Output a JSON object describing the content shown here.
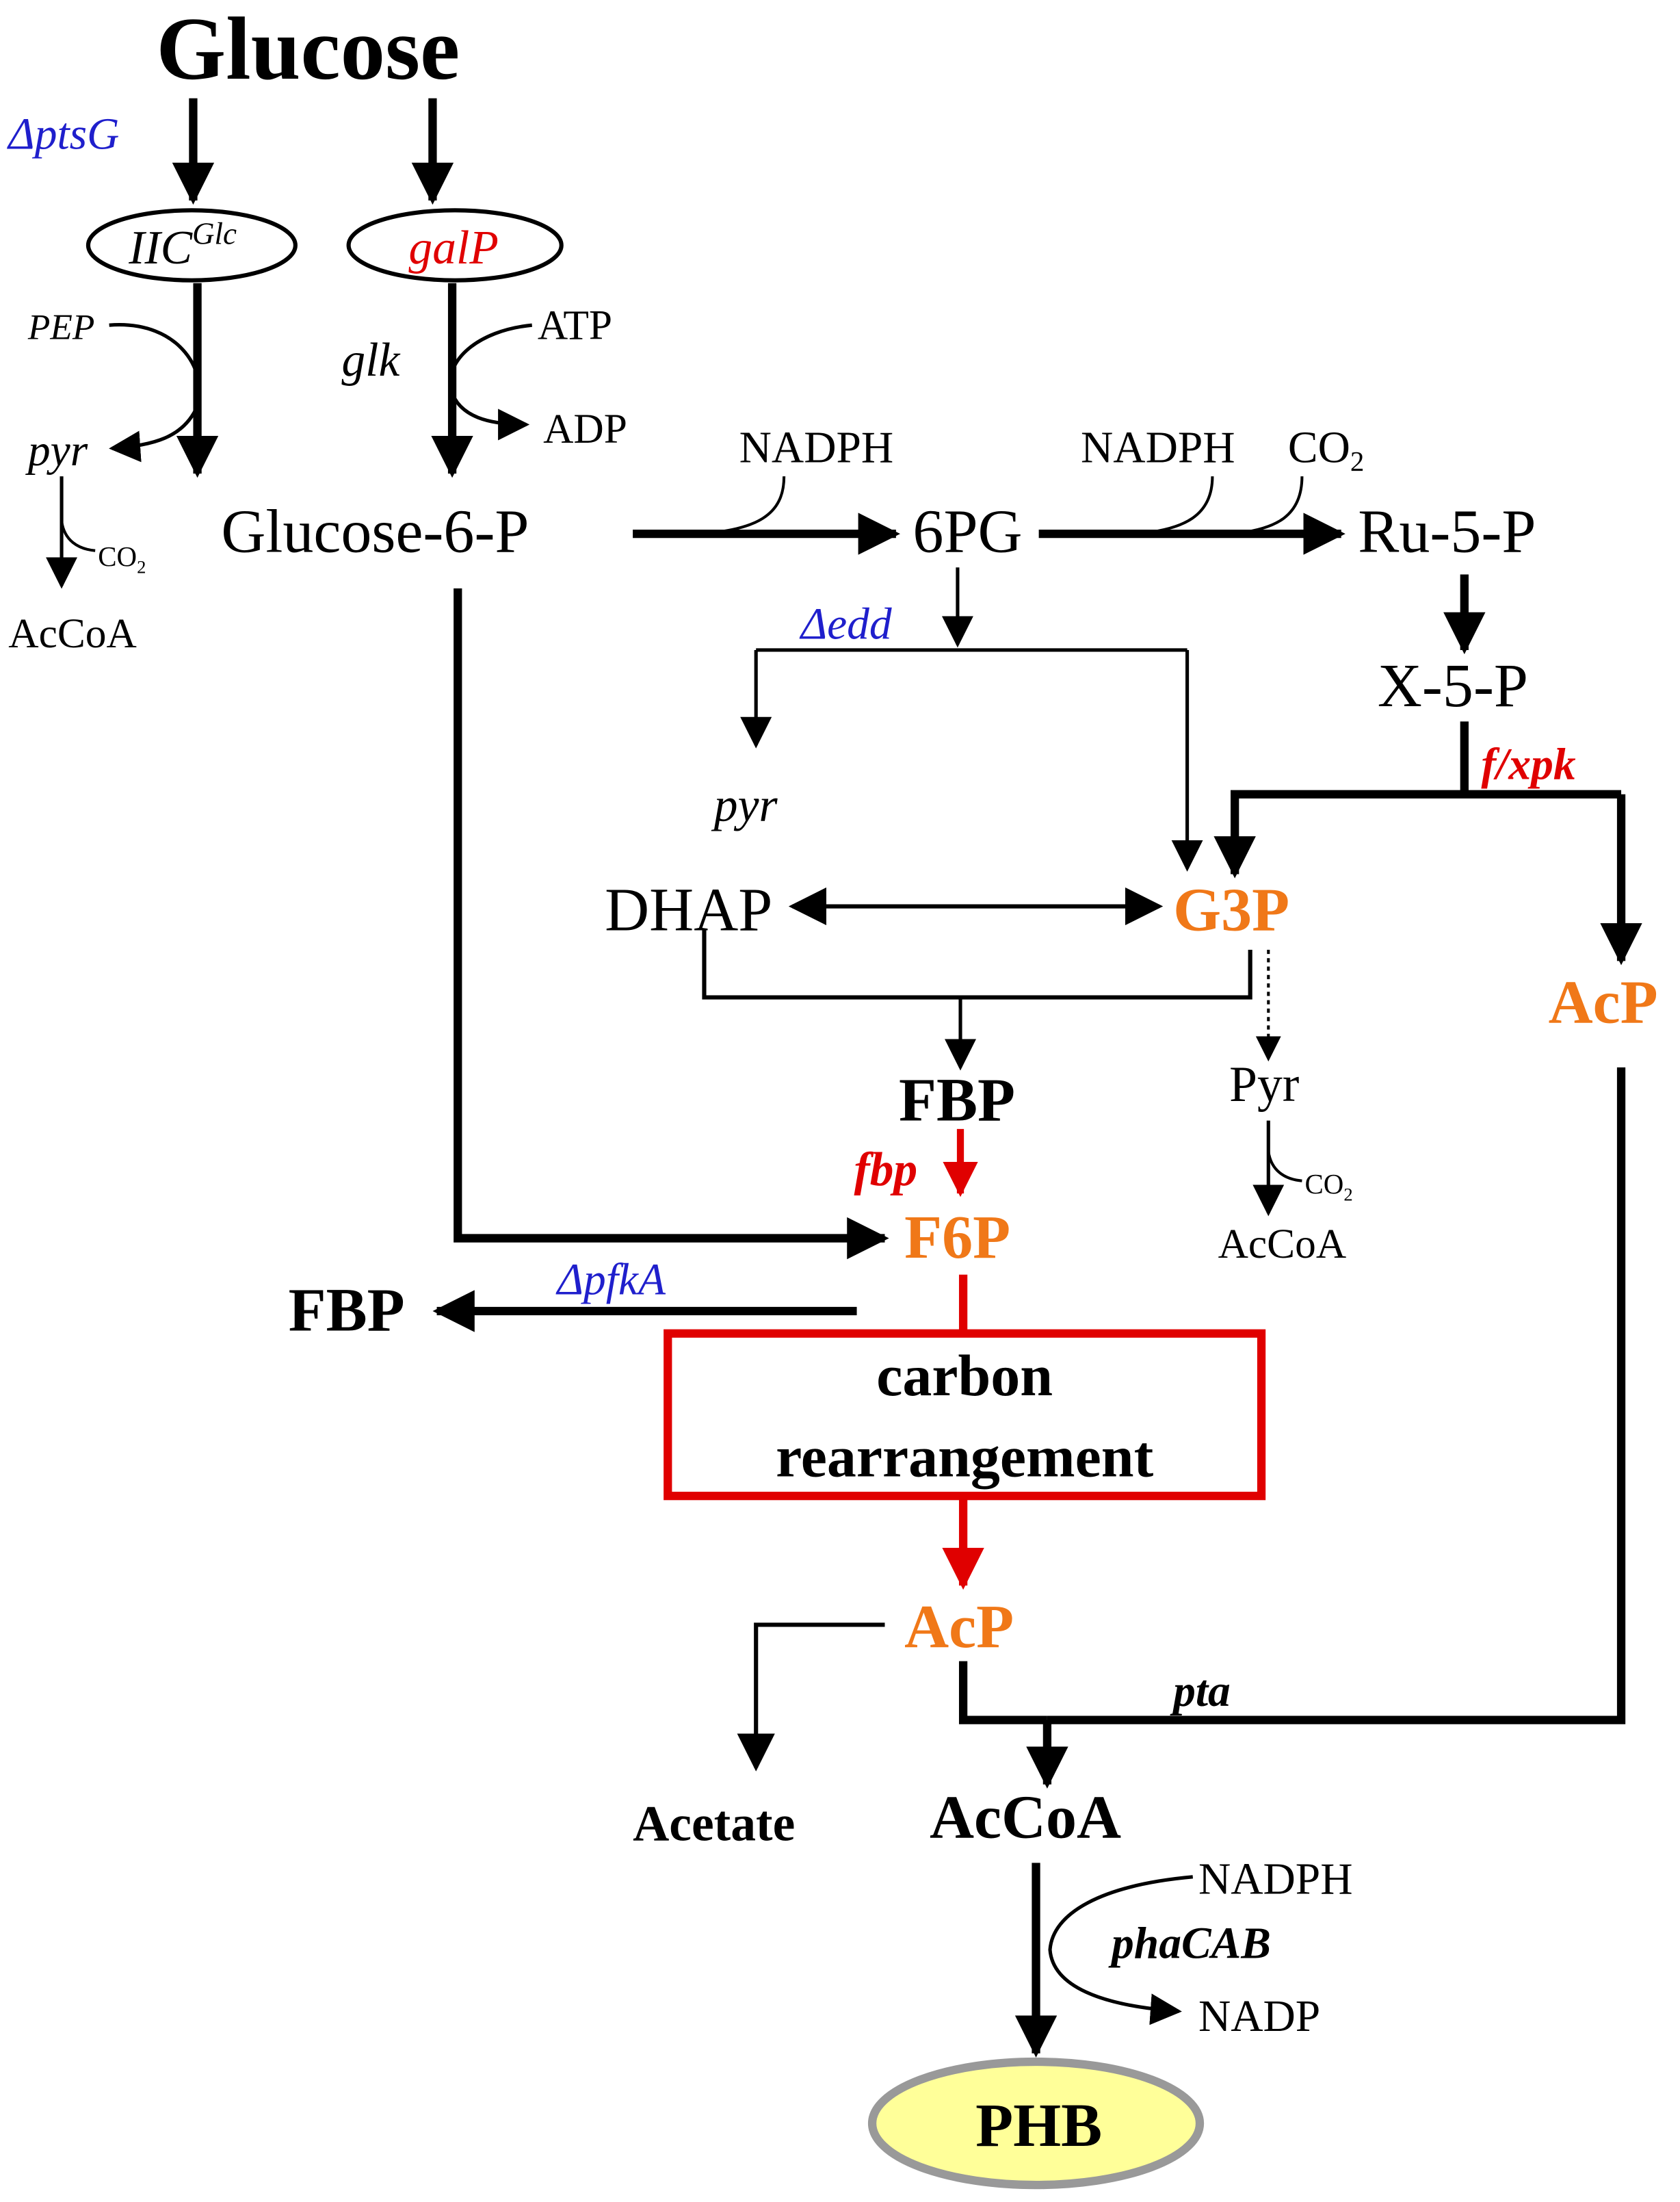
{
  "colors": {
    "black": "#000000",
    "blue": "#1f1fcc",
    "red": "#e00000",
    "orange": "#f07818",
    "phb_fill": "#ffff99",
    "phb_stroke": "#999999"
  },
  "metabolites": {
    "glucose": "Glucose",
    "glucose6p": "Glucose-6-P",
    "pg6": "6PG",
    "ru5p": "Ru-5-P",
    "x5p": "X-5-P",
    "pyr_left": "pyr",
    "acCoA_left": "AcCoA",
    "pyr_mid": "pyr",
    "dhap": "DHAP",
    "g3p": "G3P",
    "acp_right": "AcP",
    "fbp_mid": "FBP",
    "pyr_cap": "Pyr",
    "acCoA_mid": "AcCoA",
    "f6p": "F6P",
    "fbp_left": "FBP",
    "acp_bottom": "AcP",
    "acetate": "Acetate",
    "acCoA_bottom": "AcCoA",
    "phb": "PHB"
  },
  "cofactors": {
    "pep": "PEP",
    "atp": "ATP",
    "adp": "ADP",
    "co2_small_left": "CO",
    "co2_small_mid": "CO",
    "co2_sub": "2",
    "nadph_1": "NADPH",
    "nadph_2": "NADPH",
    "co2_top": "CO",
    "co2_top_sub": "2",
    "nadph_bottom": "NADPH",
    "nadp_bottom": "NADP"
  },
  "enzymes": {
    "delta_ptsg": "ΔptsG",
    "iic": "IIC",
    "iic_sup": "Glc",
    "galp": "galP",
    "glk": "glk",
    "delta_edd": "Δedd",
    "fxpk": "f/xpk",
    "fbp": "fbp",
    "delta_pfka": "ΔpfkA",
    "pta": "pta",
    "phacab": "phaCAB"
  },
  "box": {
    "line1": "carbon",
    "line2": "rearrangement"
  }
}
